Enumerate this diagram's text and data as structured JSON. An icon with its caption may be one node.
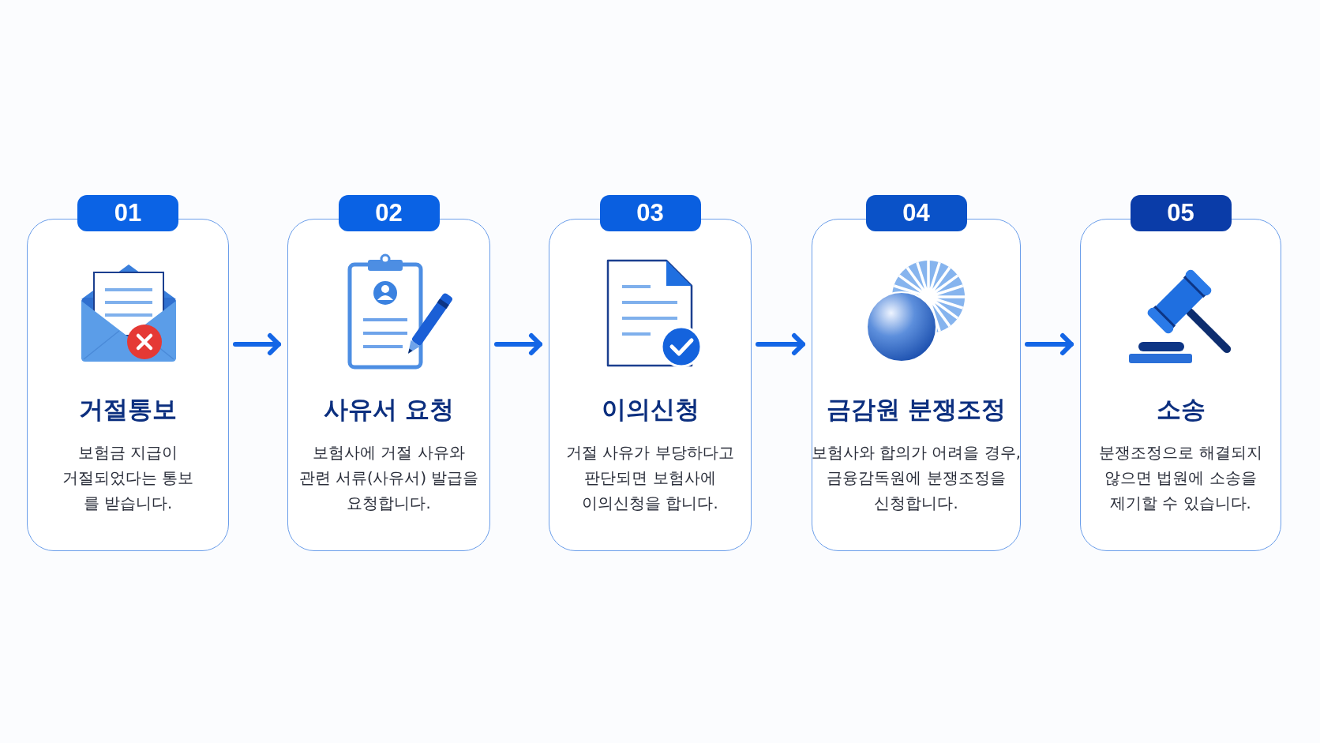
{
  "diagram": {
    "nodes": [
      {
        "text": [
          "01",
          "거절통보",
          "보험금 지급이 거절되었다는 통보 를 받습니다."
        ]
      },
      {
        "text": [
          "02",
          "사유서 요청",
          "보험사에 거절 사유와 관련 서류(사유서) 발급을 요청합니다."
        ]
      },
      {
        "text": [
          "03",
          "이의신청",
          "거절 사유가 부당하다고 판단되면 보험사에 이의신청을 합니다."
        ]
      },
      {
        "text": [
          "04",
          "금감원 분쟁조정",
          "보험사와 합의가 어려을 경우, 금융감독원에 분쟁조정을 신청합니다."
        ]
      },
      {
        "text": [
          "05",
          "소송",
          "분쟁조정으로 해결되지 않으면 법원에 소송을 제기할 수 있습니다."
        ]
      }
    ],
    "edges": [
      {
        "from": 0,
        "to": 1,
        "arrow": "to"
      },
      {
        "from": 1,
        "to": 2,
        "arrow": "to"
      },
      {
        "from": 2,
        "to": 3,
        "arrow": "to"
      },
      {
        "from": 3,
        "to": 4,
        "arrow": "to"
      }
    ]
  }
}
